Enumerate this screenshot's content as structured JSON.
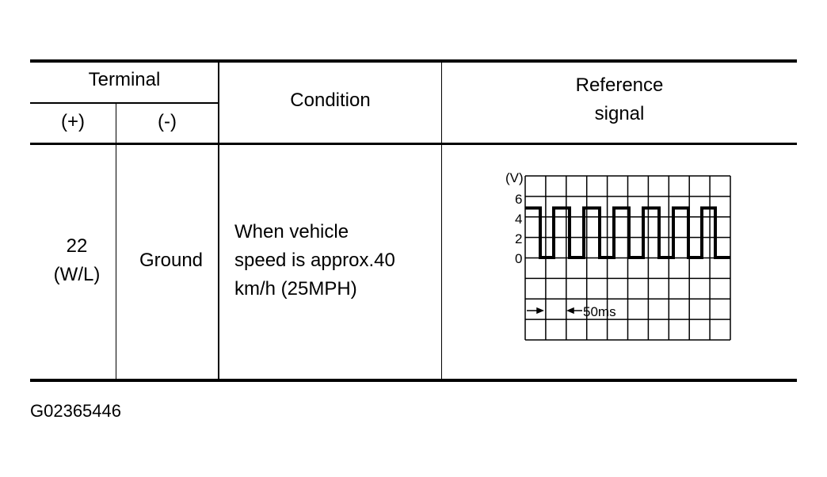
{
  "table": {
    "header": {
      "terminal": "Terminal",
      "plus": "(+)",
      "minus": "(-)",
      "condition": "Condition",
      "reference_line1": "Reference",
      "reference_line2": "signal"
    },
    "row": {
      "terminal_number": "22",
      "terminal_wire": "(W/L)",
      "minus_terminal": "Ground",
      "condition_lines": [
        "When vehicle",
        "speed is approx.40",
        "km/h (25MPH)"
      ]
    }
  },
  "signal": {
    "unit_label": "(V)",
    "y_ticks": [
      "6",
      "4",
      "2",
      "0"
    ],
    "time_label": "50ms",
    "high_voltage": 5,
    "low_voltage": 0,
    "waveform_type": "square"
  },
  "figure_id": "G02365446"
}
